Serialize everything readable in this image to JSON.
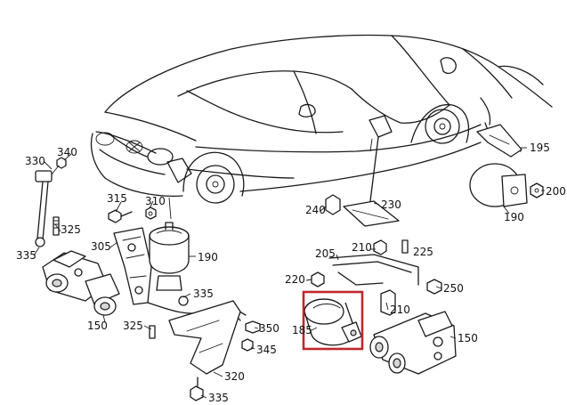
{
  "highlight_color": "#c0272d",
  "labels": {
    "l330": "330",
    "l340": "340",
    "l335a": "335",
    "l325a": "325",
    "l305": "305",
    "l315": "315",
    "l310": "310",
    "l190a": "190",
    "l335b": "335",
    "l150a": "150",
    "l325b": "325",
    "l350": "350",
    "l345": "345",
    "l320": "320",
    "l335c": "335",
    "l240": "240",
    "l230": "230",
    "l205": "205",
    "l210a": "210",
    "l225": "225",
    "l220": "220",
    "l250": "250",
    "l210b": "210",
    "l185": "185",
    "l150b": "150",
    "l195": "195",
    "l200": "200",
    "l190b": "190"
  }
}
